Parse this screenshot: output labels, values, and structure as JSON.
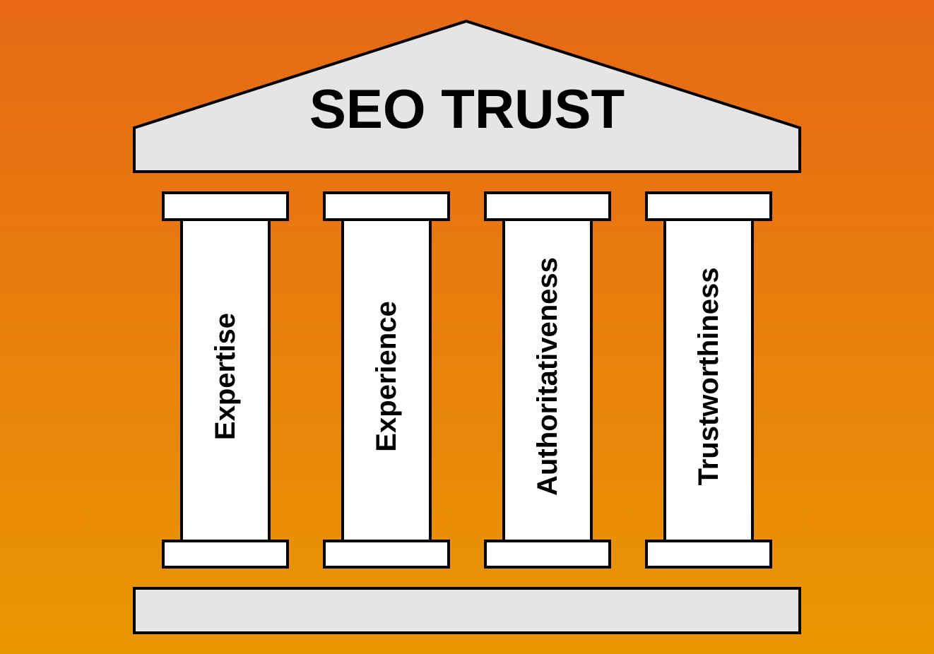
{
  "title": "SEO TRUST",
  "pillars": [
    {
      "label": "Expertise"
    },
    {
      "label": "Experience"
    },
    {
      "label": "Authoritativeness"
    },
    {
      "label": "Trustworthiness"
    }
  ],
  "colors": {
    "background_top": "#E76816",
    "background_bottom": "#E99701",
    "roof": "#E5E5E5",
    "column": "#FFFFFF",
    "stroke": "#000000"
  }
}
